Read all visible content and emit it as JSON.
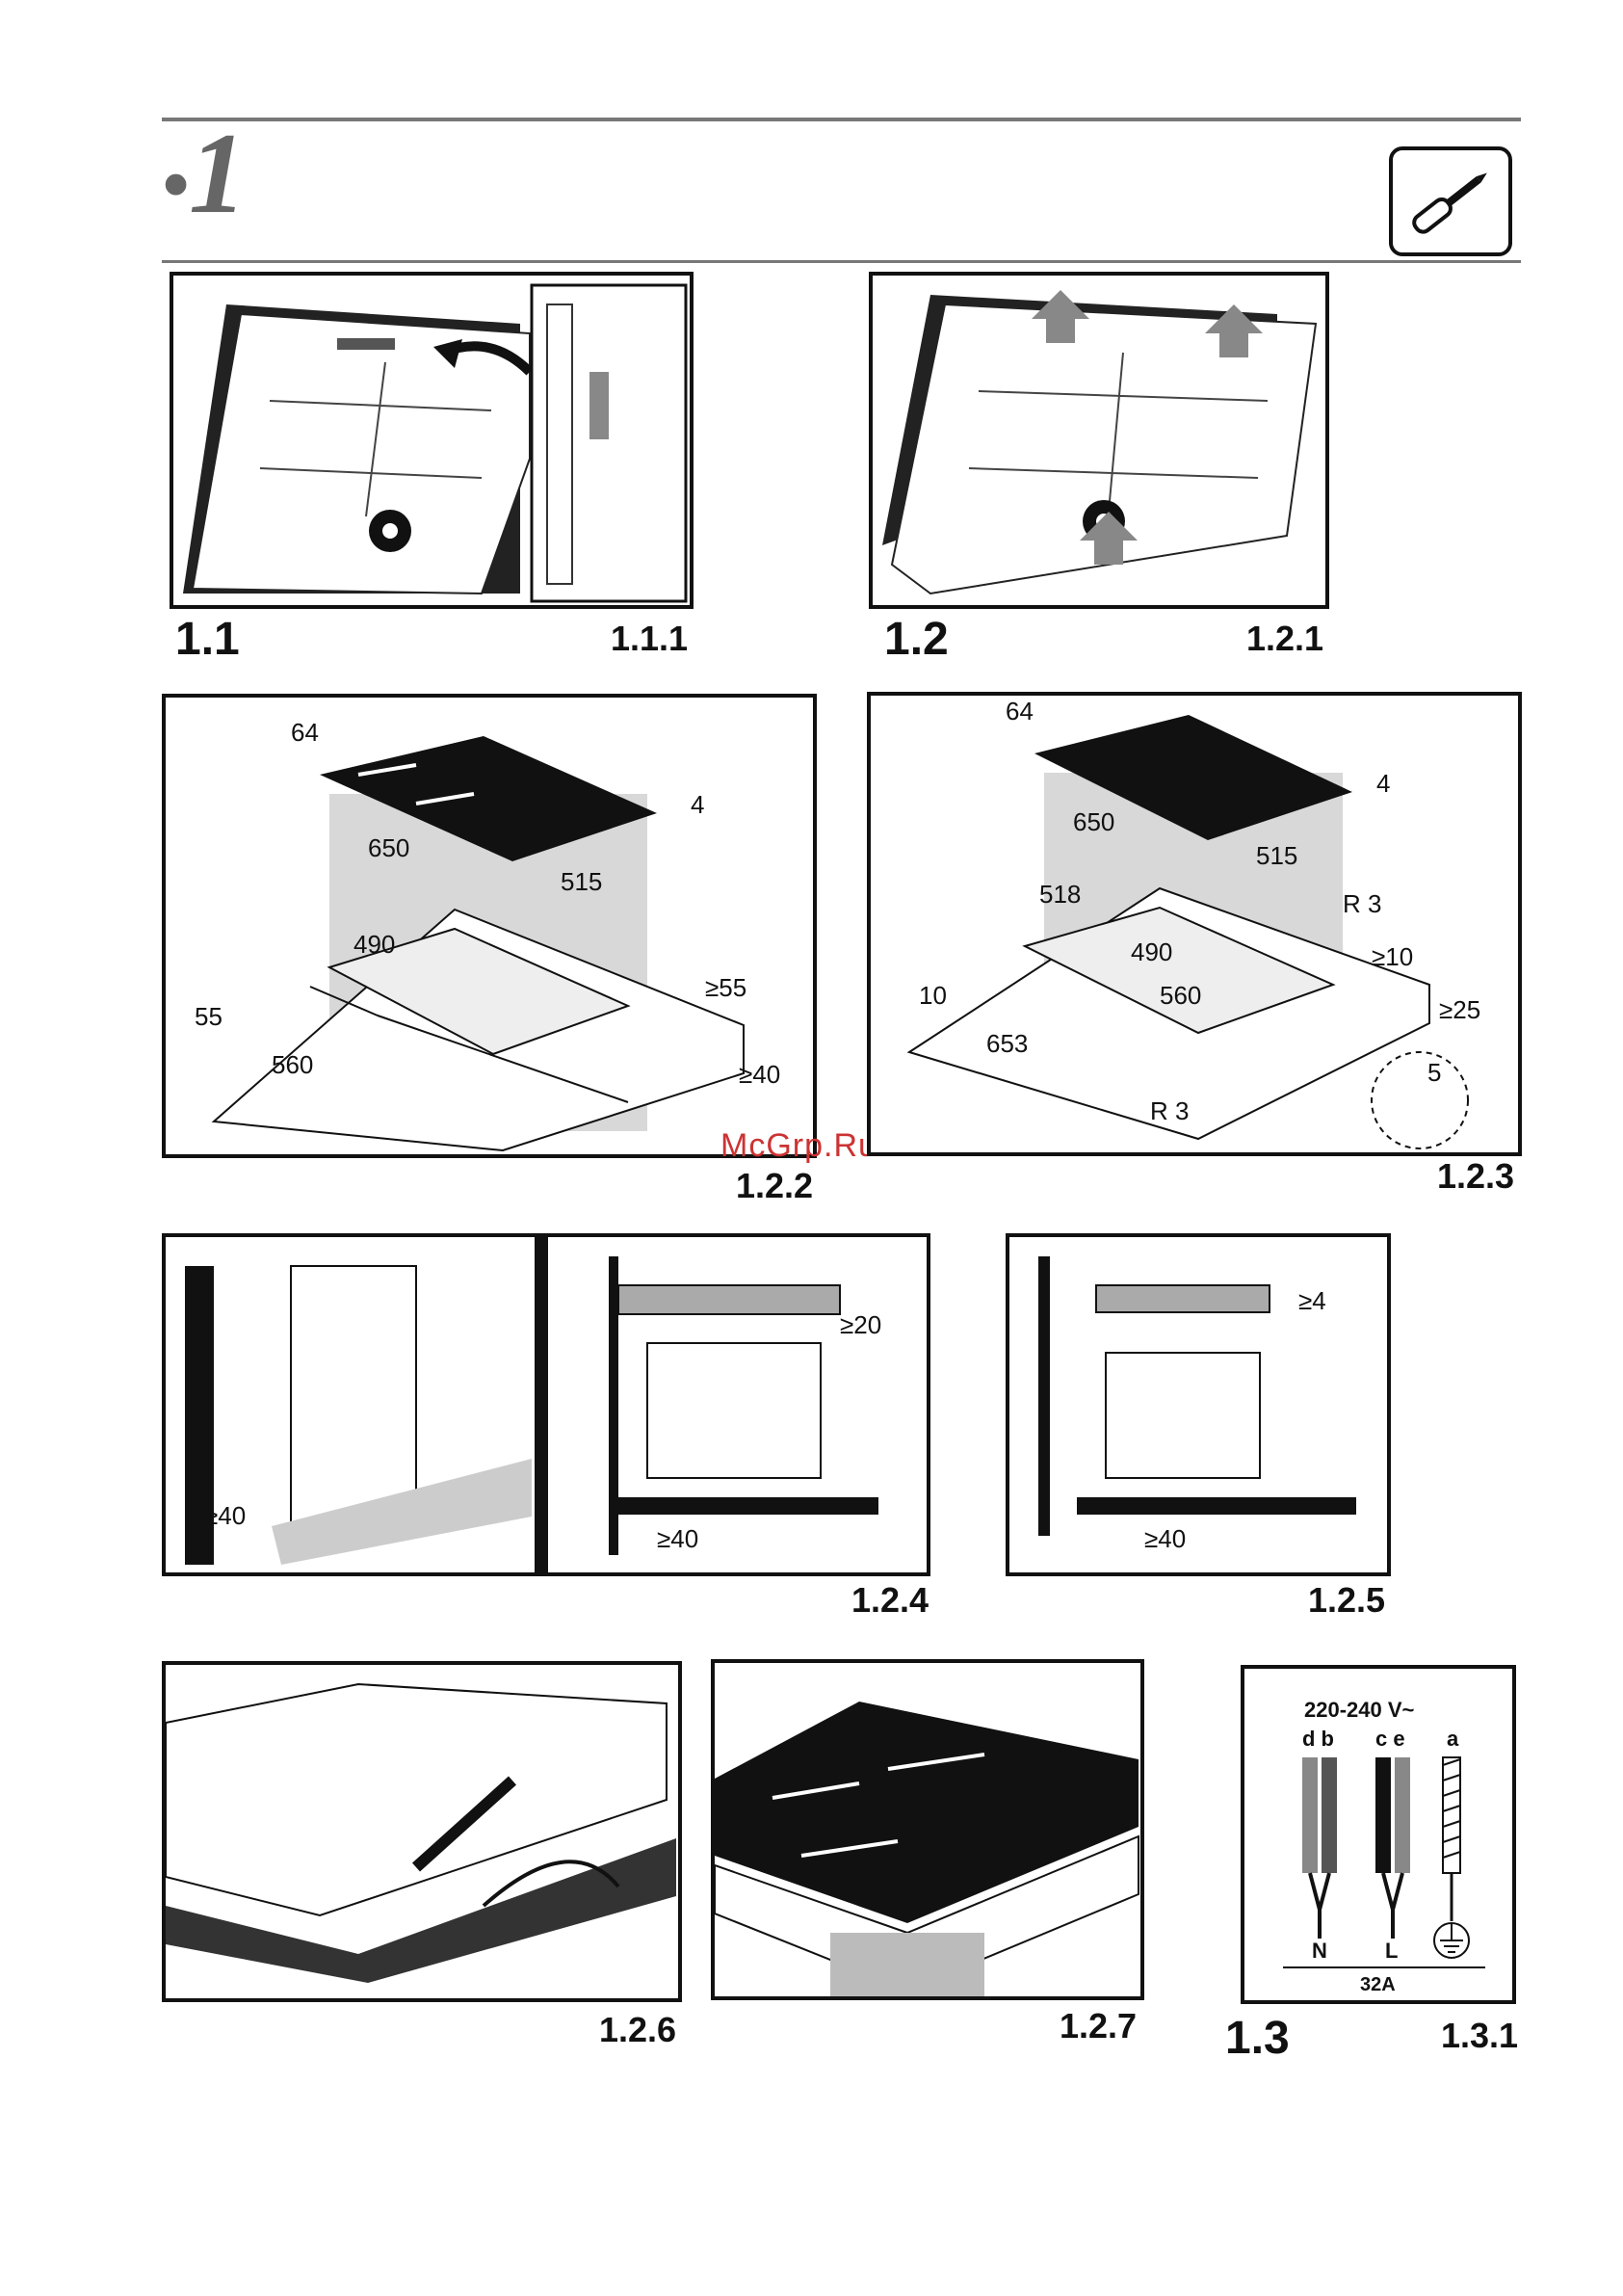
{
  "section": {
    "number": "1"
  },
  "icons": {
    "tool": "screwdriver-icon",
    "earth": "ground-symbol-icon"
  },
  "figures": {
    "f11": {
      "main": "1.1",
      "sub": "1.1.1"
    },
    "f12": {
      "main": "1.2",
      "sub": "1.2.1"
    },
    "f122": {
      "label": "1.2.2",
      "dims": [
        "64",
        "4",
        "650",
        "515",
        "490",
        "≥55",
        "55",
        "560",
        "≥40"
      ]
    },
    "f123": {
      "label": "1.2.3",
      "dims": [
        "64",
        "4",
        "650",
        "515",
        "518",
        "R 3",
        "490",
        "560",
        "≥10",
        "10",
        "653",
        "≥25",
        "R 3",
        "5"
      ]
    },
    "f124": {
      "label": "1.2.4",
      "dims": [
        "≥40",
        "≥20",
        "≥40"
      ]
    },
    "f125": {
      "label": "1.2.5",
      "dims": [
        "≥4",
        "≥40"
      ]
    },
    "f126": {
      "label": "1.2.6"
    },
    "f127": {
      "label": "1.2.7"
    },
    "f13": {
      "main": "1.3",
      "sub": "1.3.1",
      "voltage": "220-240 V~",
      "wires": [
        "d b",
        "c e",
        "a"
      ],
      "terminals": [
        "N",
        "L"
      ],
      "current": "32A"
    }
  },
  "watermark": "McGrp.Ru"
}
